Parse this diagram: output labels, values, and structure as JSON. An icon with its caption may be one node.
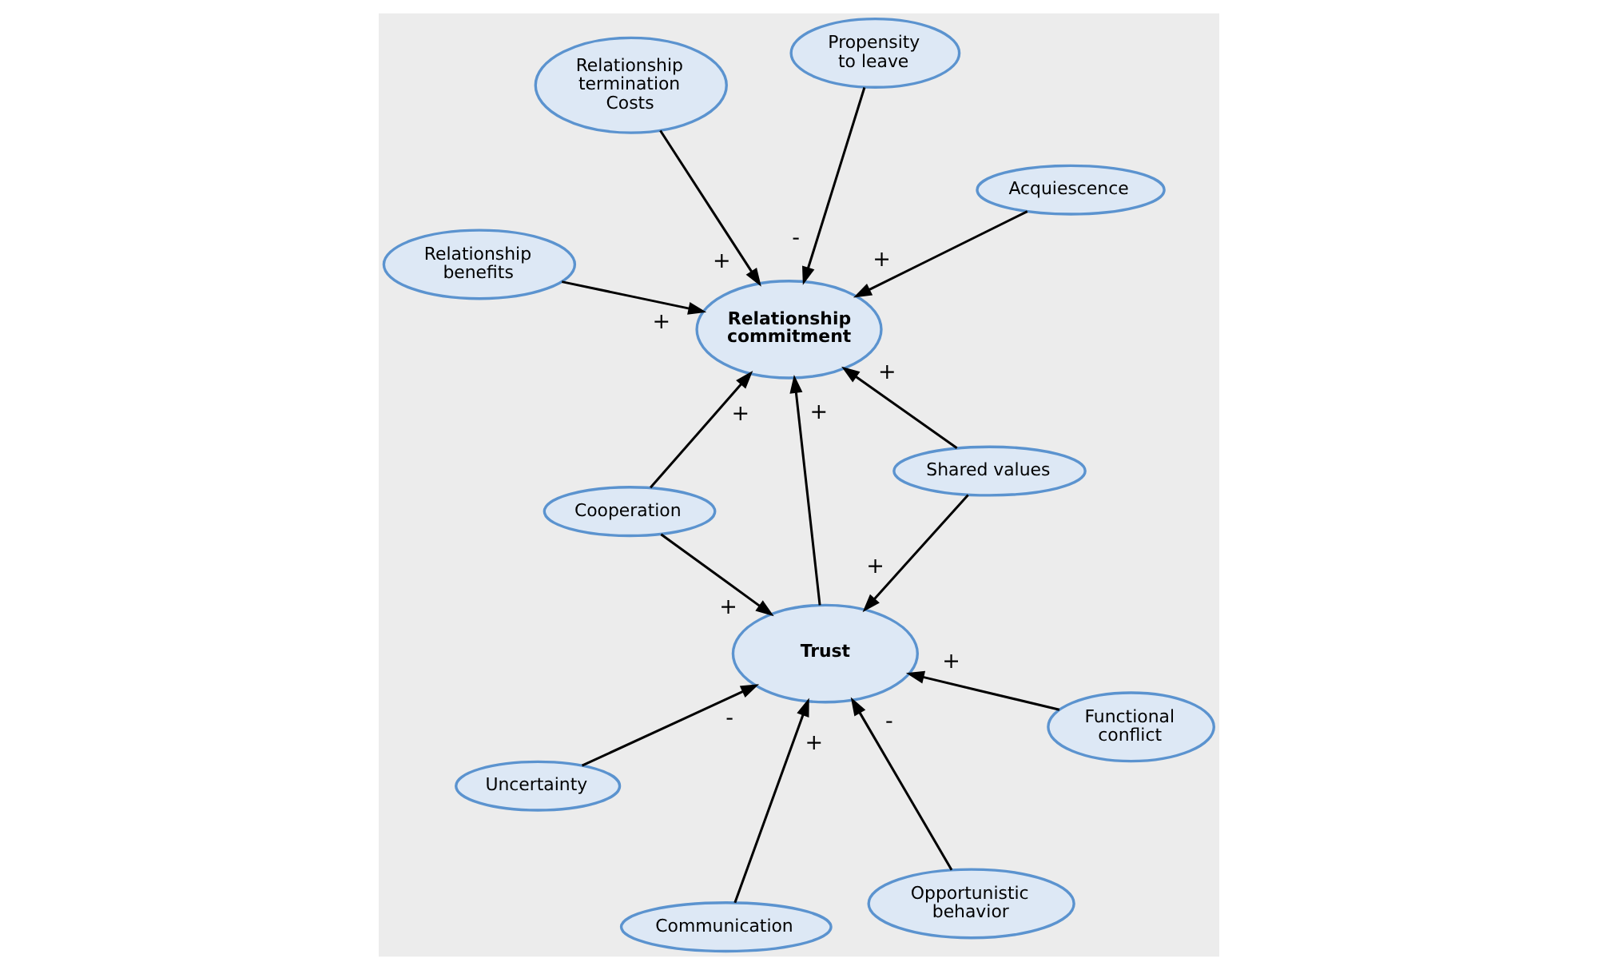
{
  "diagram": {
    "nodes": [
      {
        "text": [
          "Relationship termination Costs"
        ]
      },
      {
        "text": [
          "Acquiescence"
        ]
      },
      {
        "text": [
          "Relationship benefits"
        ]
      },
      {
        "text": [
          "Relationship commitment"
        ]
      },
      {
        "text": [
          "Propensity to leave"
        ]
      },
      {
        "text": [
          "Shared values"
        ]
      },
      {
        "text": [
          "Cooperation"
        ]
      },
      {
        "text": [
          "Trust"
        ]
      },
      {
        "text": [
          "Communication"
        ]
      },
      {
        "text": [
          "Functional conflict"
        ]
      },
      {
        "text": [
          "Opportunistic behavior"
        ]
      },
      {
        "text": [
          "Uncertainty"
        ]
      }
    ],
    "edges": [
      {
        "from": 0,
        "to": 3,
        "arrow": "to",
        "label": "+"
      },
      {
        "from": 1,
        "to": 3,
        "arrow": "to",
        "label": "+"
      },
      {
        "from": 2,
        "to": 3,
        "arrow": "to",
        "label": "+"
      },
      {
        "from": 4,
        "to": 3,
        "arrow": "to",
        "label": "-"
      },
      {
        "from": 5,
        "to": 3,
        "arrow": "to",
        "label": "+"
      },
      {
        "from": 6,
        "to": 3,
        "arrow": "to",
        "label": "+"
      },
      {
        "from": 5,
        "to": 7,
        "arrow": "to",
        "label": "+"
      },
      {
        "from": 7,
        "to": 3,
        "arrow": "to",
        "label": "+"
      },
      {
        "from": 6,
        "to": 7,
        "arrow": "to",
        "label": "+"
      },
      {
        "from": 8,
        "to": 7,
        "arrow": "to",
        "label": "+"
      },
      {
        "from": 9,
        "to": 7,
        "arrow": "to",
        "label": "+"
      },
      {
        "from": 10,
        "to": 7,
        "arrow": "to",
        "label": "-"
      },
      {
        "from": 11,
        "to": 7,
        "arrow": "to",
        "label": "-"
      }
    ]
  }
}
